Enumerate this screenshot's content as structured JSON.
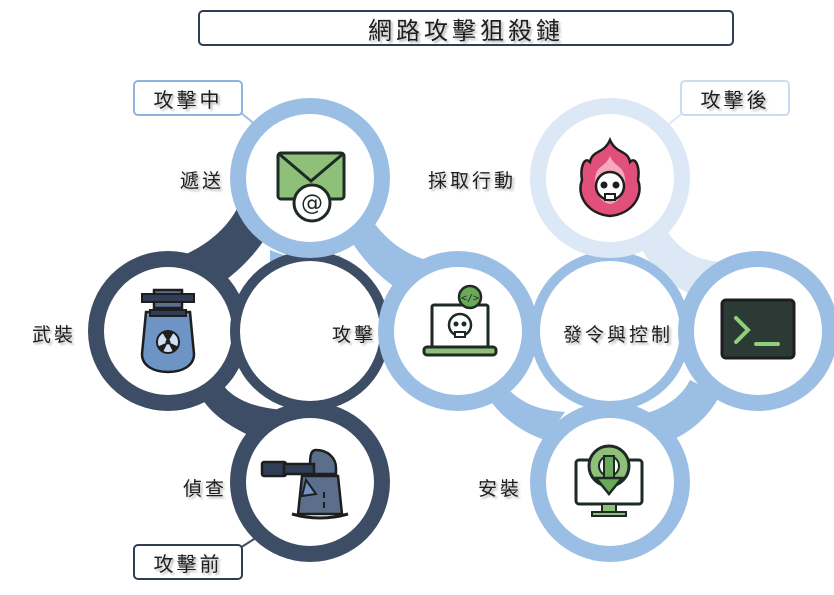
{
  "title": "網路攻擊狙殺鏈",
  "phases": {
    "during": "攻擊中",
    "after": "攻擊後",
    "before": "攻擊前"
  },
  "stages": {
    "delivery": "遞送",
    "actions": "採取行動",
    "weaponize": "武裝",
    "exploit": "攻擊",
    "c2": "發令與控制",
    "recon": "偵查",
    "install": "安裝"
  },
  "icons": {
    "delivery": "email-at-icon",
    "actions": "flaming-skull-icon",
    "weaponize": "nuclear-bomb-icon",
    "exploit": "laptop-skull-code-icon",
    "c2": "terminal-prompt-icon",
    "recon": "soldier-binoculars-icon",
    "install": "monitor-download-gear-icon"
  },
  "colors": {
    "dark_navy": "#3d4d66",
    "mid_blue": "#9bbfe4",
    "light_blue": "#dce8f5"
  },
  "terminal_text": ">_"
}
